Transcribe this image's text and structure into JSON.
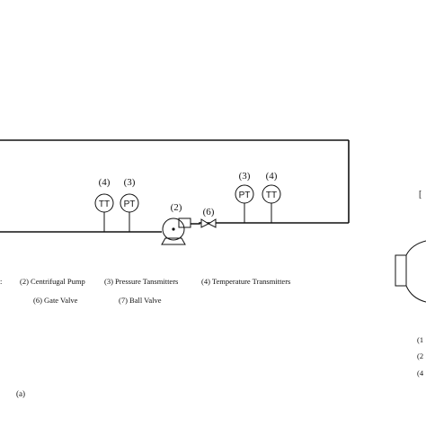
{
  "instruments": {
    "tt_upstream": {
      "number": "(4)",
      "tag": "TT"
    },
    "pt_upstream": {
      "number": "(3)",
      "tag": "PT"
    },
    "pt_downstream": {
      "number": "(3)",
      "tag": "PT"
    },
    "tt_downstream": {
      "number": "(4)",
      "tag": "TT"
    }
  },
  "pump": {
    "number": "(2)"
  },
  "valve": {
    "number": "(6)"
  },
  "legend": {
    "row1": {
      "cut_item": ":",
      "pump": "(2) Centrifugal Pump",
      "pressure": "(3) Pressure Tansmitters",
      "temperature": "(4) Temperature Transmitters"
    },
    "row2": {
      "gate_valve": "(6) Gate Valve",
      "ball_valve": "(7) Ball Valve"
    }
  },
  "right_panel": {
    "top_glyph": "[",
    "list_markers": [
      "(1",
      "(2",
      "(4"
    ]
  },
  "caption": "(a)"
}
